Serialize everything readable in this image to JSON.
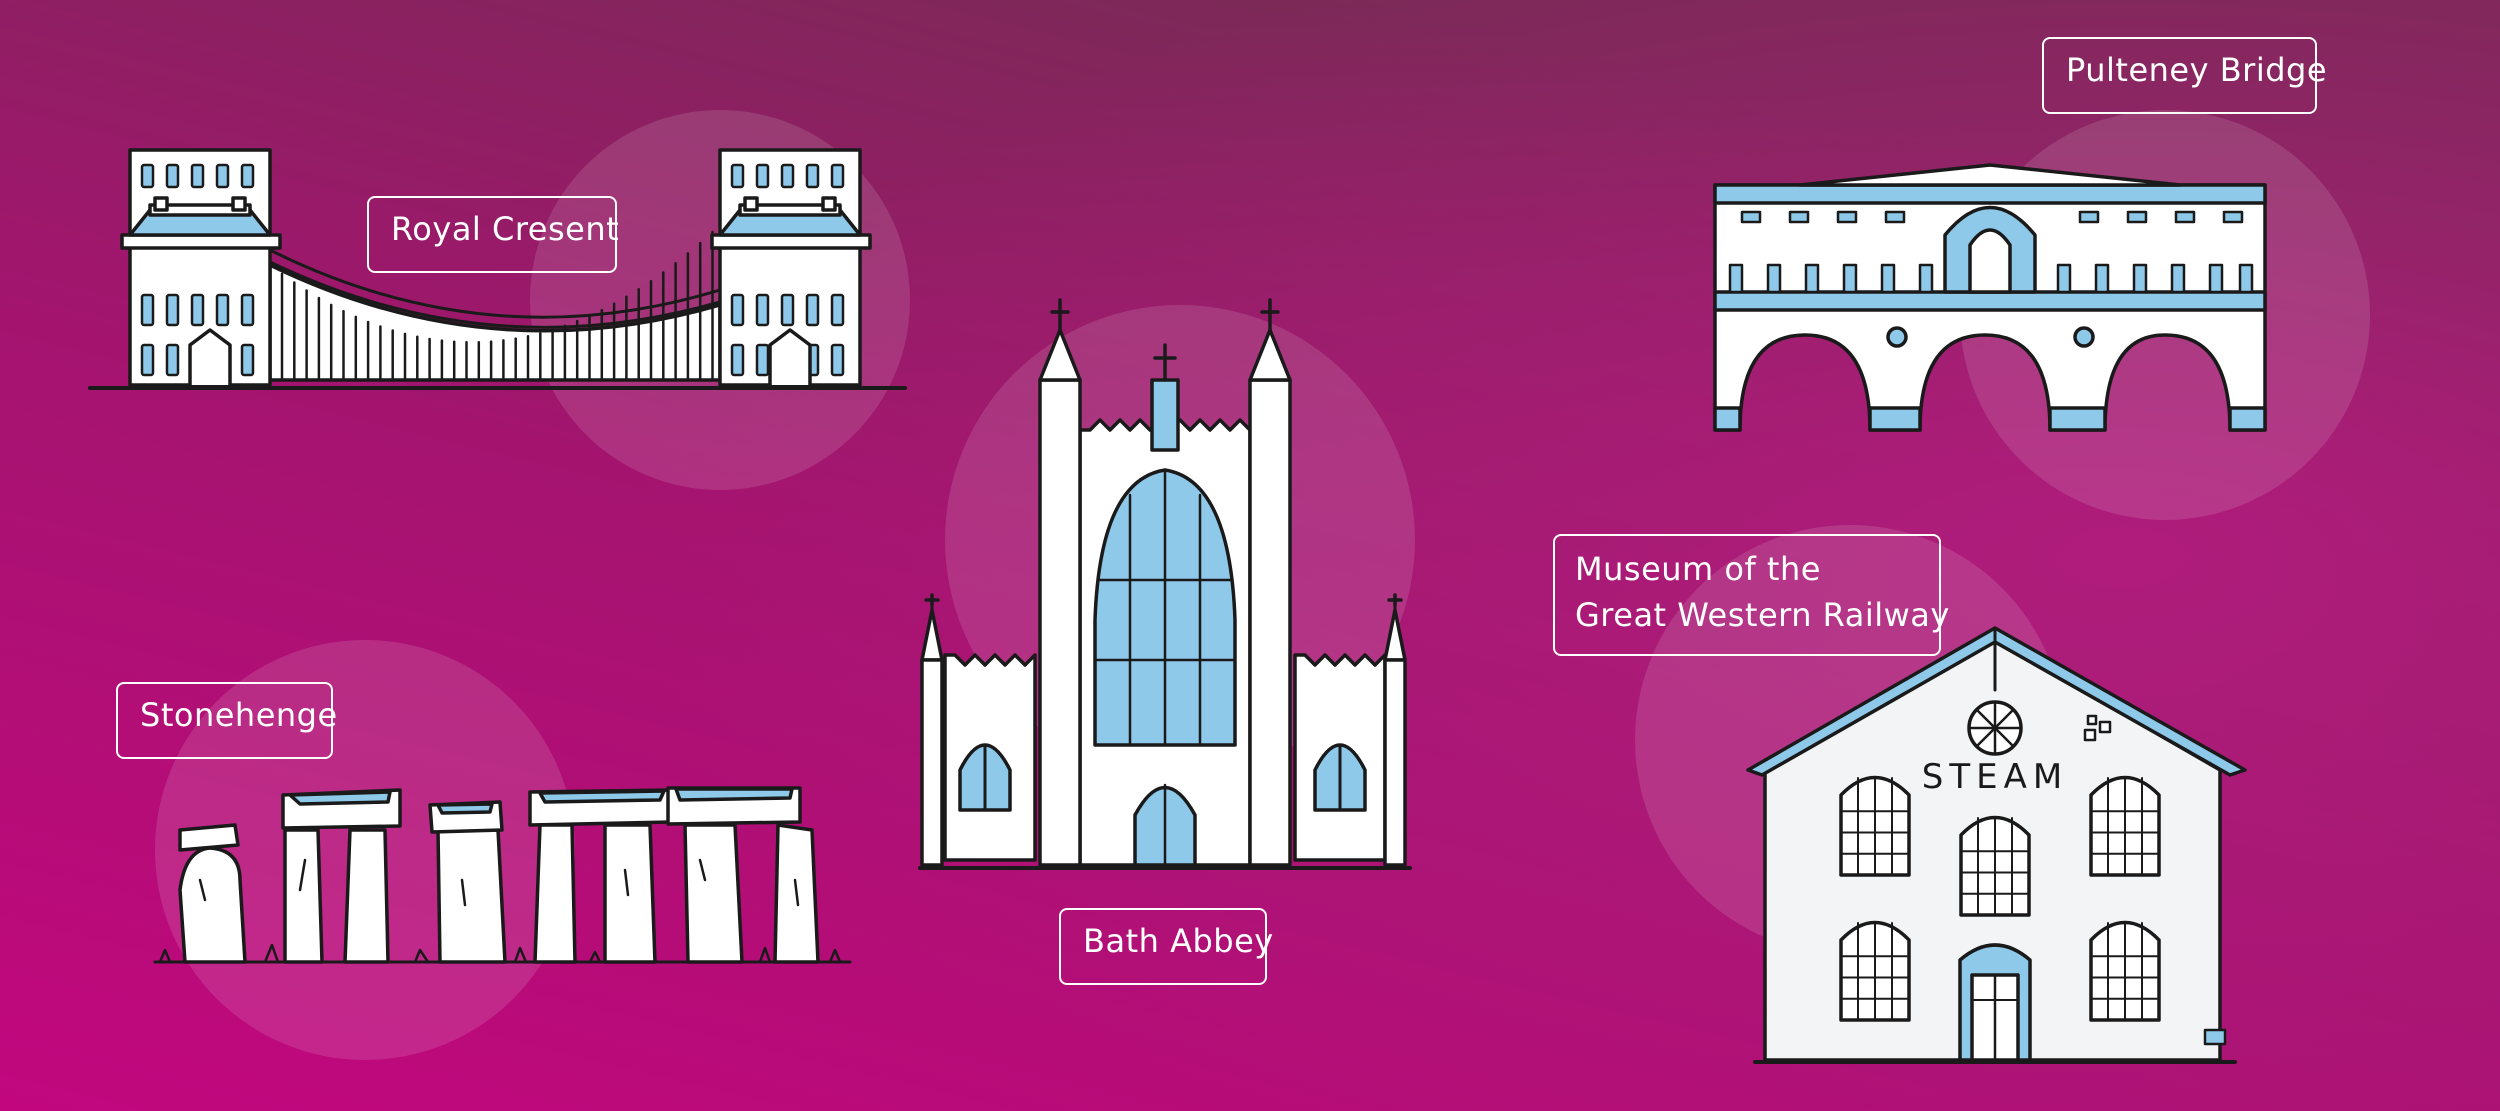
{
  "colors": {
    "background_light": "#c2077e",
    "background_dark": "#7a2a57",
    "accent_blue": "#8ec9ea",
    "outline": "#1a1a1a",
    "fill": "#ffffff"
  },
  "landmarks": {
    "royal_crescent": {
      "label": "Royal Cresent"
    },
    "pulteney_bridge": {
      "label": "Pulteney Bridge"
    },
    "bath_abbey": {
      "label": "Bath Abbey"
    },
    "stonehenge": {
      "label": "Stonehenge"
    },
    "museum": {
      "label_line1": "Museum of the",
      "label_line2": "Great Western Railway",
      "sign": "STEAM"
    }
  }
}
